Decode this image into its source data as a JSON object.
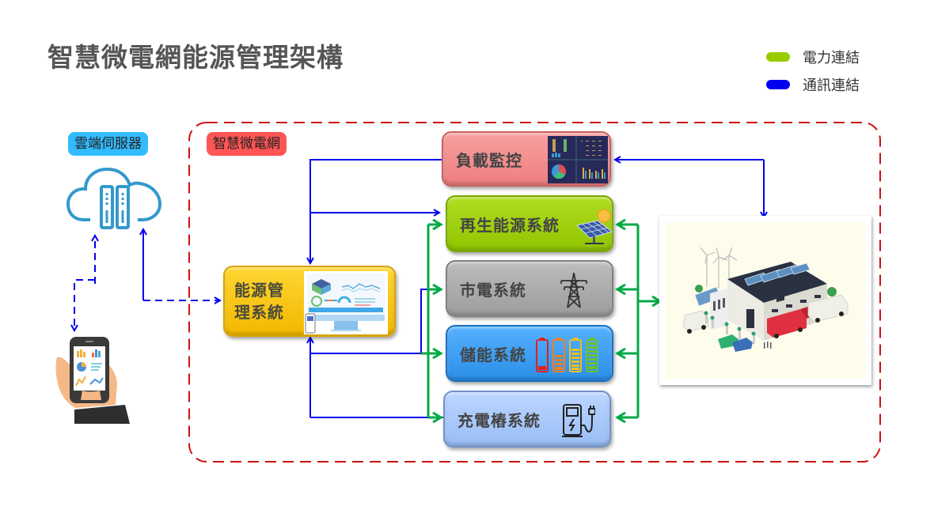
{
  "title": "智慧微電網能源管理架構",
  "legend": [
    {
      "label": "電力連結",
      "color": "#99cc00"
    },
    {
      "label": "通訊連結",
      "color": "#0000ee"
    }
  ],
  "cloud": {
    "tag": "雲端伺服器",
    "tag_color": "#33bbff",
    "icon": "cloud-server-icon"
  },
  "microgrid": {
    "tag": "智慧微電網",
    "tag_color": "#ff5555",
    "border_color": "#cc1111"
  },
  "ems": {
    "label_line1": "能源管",
    "label_line2": "理系統",
    "color": "#ffc800",
    "icon": "dashboard-monitor-icon"
  },
  "systems": [
    {
      "label": "負載監控",
      "color": "#f08080",
      "icon": "dashboard-chart-icon"
    },
    {
      "label": "再生能源系統",
      "color": "#99cc00",
      "icon": "solar-panel-icon"
    },
    {
      "label": "市電系統",
      "color": "#aaaaaa",
      "icon": "power-tower-icon"
    },
    {
      "label": "儲能系統",
      "color": "#3399ee",
      "icon": "battery-icon"
    },
    {
      "label": "充電樁系統",
      "color": "#a8c8f8",
      "icon": "ev-charger-icon"
    }
  ],
  "site": {
    "icon": "factory-building-icon"
  },
  "phone": {
    "icon": "smartphone-hand-icon"
  },
  "colors": {
    "power": "#00aa44",
    "comm": "#0000ee"
  }
}
